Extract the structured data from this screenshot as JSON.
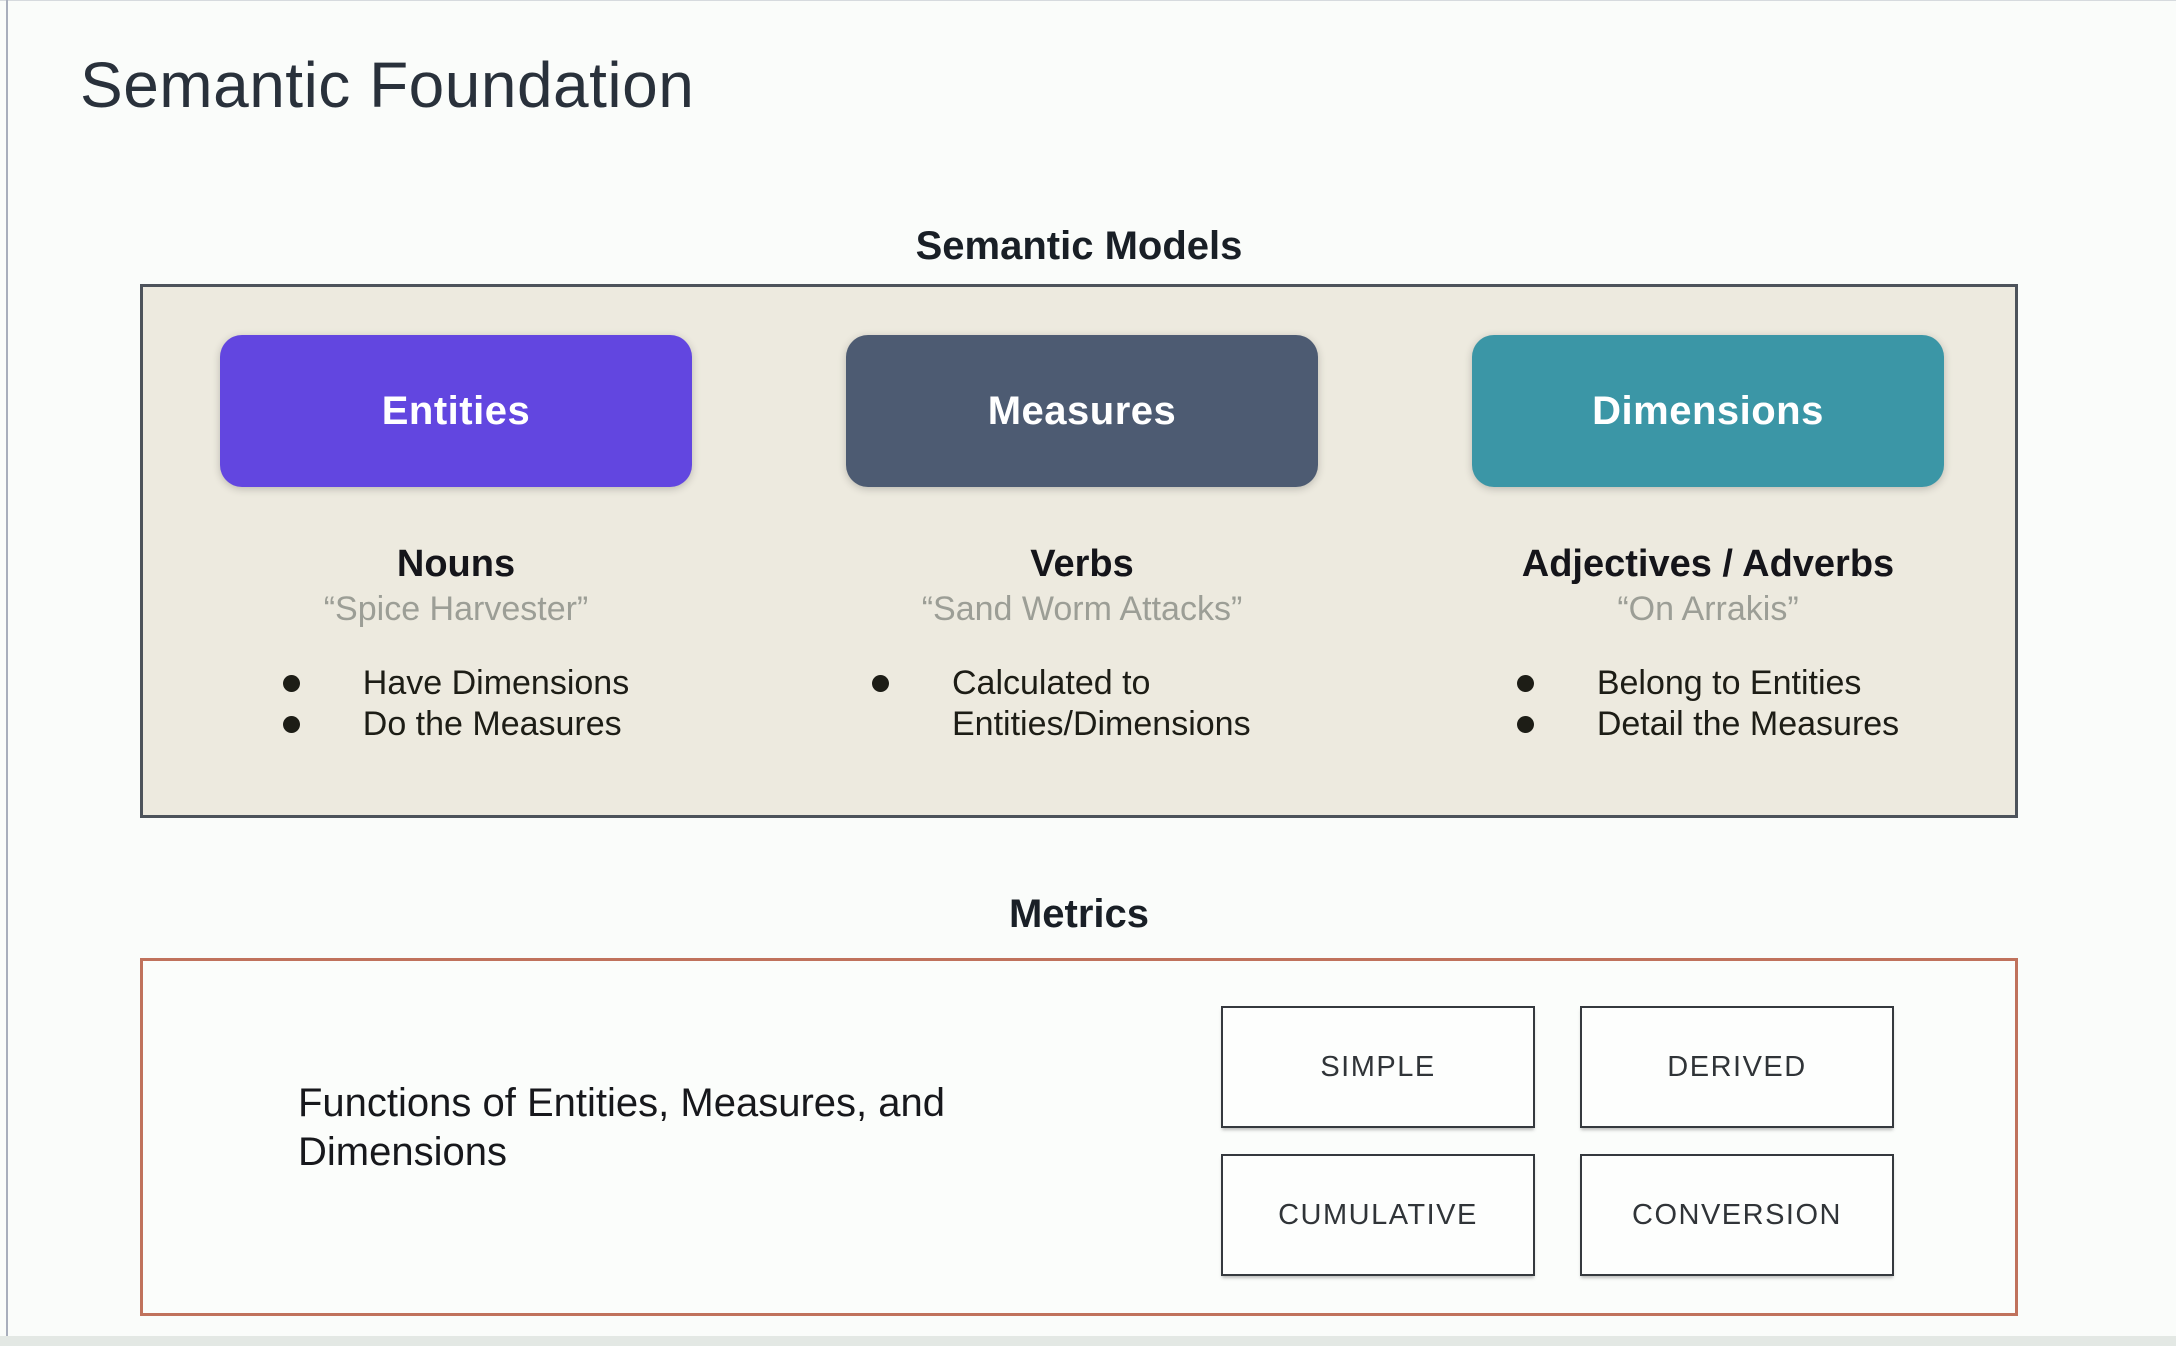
{
  "slide": {
    "title": "Semantic Foundation"
  },
  "semantic_models": {
    "heading": "Semantic Models",
    "panel_bg": "#edeadf",
    "panel_border": "#4d535b",
    "columns": [
      {
        "button_label": "Entities",
        "button_color": "#6246e0",
        "part_of_speech": "Nouns",
        "example_quote": "“Spice Harvester”",
        "bullets": [
          "Have Dimensions",
          "Do the Measures"
        ]
      },
      {
        "button_label": "Measures",
        "button_color": "#4d5b72",
        "part_of_speech": "Verbs",
        "example_quote": "“Sand Worm Attacks”",
        "bullets": [
          "Calculated to Entities/Dimensions"
        ]
      },
      {
        "button_label": "Dimensions",
        "button_color": "#3b96a6",
        "part_of_speech": "Adjectives / Adverbs",
        "example_quote": "“On Arrakis”",
        "bullets": [
          "Belong to Entities",
          "Detail the Measures"
        ]
      }
    ]
  },
  "metrics": {
    "heading": "Metrics",
    "panel_border": "#c0725c",
    "description": "Functions of Entities, Measures, and Dimensions",
    "type_boxes": [
      "SIMPLE",
      "DERIVED",
      "CUMULATIVE",
      "CONVERSION"
    ]
  }
}
